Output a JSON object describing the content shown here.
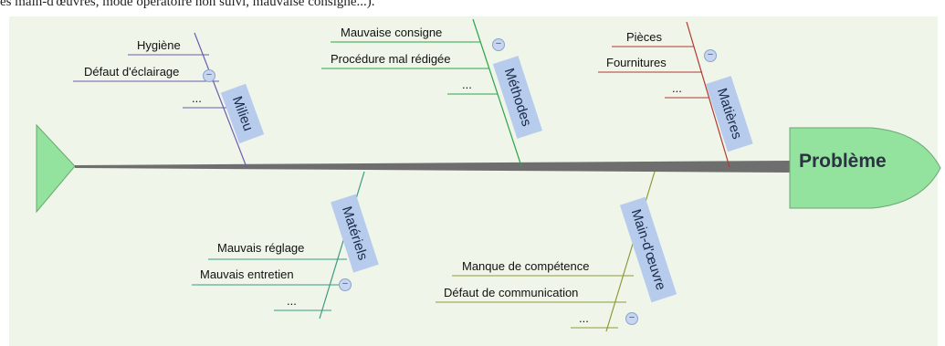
{
  "top_text": "es main-d'œuvres, mode opératoire non suivi, mauvaise consigne...).",
  "problem": "Problème",
  "categories": {
    "milieu": {
      "label": "Milieu",
      "color": "#6b5db0",
      "items": [
        "Hygiène",
        "Défaut d'éclairage",
        "..."
      ]
    },
    "methodes": {
      "label": "Méthodes",
      "color": "#2ca54a",
      "items": [
        "Mauvaise consigne",
        "Procédure mal rédigée",
        "..."
      ]
    },
    "matieres": {
      "label": "Matières",
      "color": "#b23a32",
      "items": [
        "Pièces",
        "Fournitures",
        "..."
      ]
    },
    "materiels": {
      "label": "Matériels",
      "color": "#3a9a83",
      "items": [
        "Mauvais réglage",
        "Mauvais entretien",
        "..."
      ]
    },
    "main_doeuvre": {
      "label": "Main-d'œuvre",
      "color": "#8c9a3a",
      "items": [
        "Manque de compétence",
        "Défaut de communication",
        "..."
      ]
    }
  },
  "colors": {
    "spine": "#6e6e6e",
    "head_fill": "#93e39e",
    "tail_fill": "#93e39e",
    "label_bg": "#b7cbec"
  }
}
